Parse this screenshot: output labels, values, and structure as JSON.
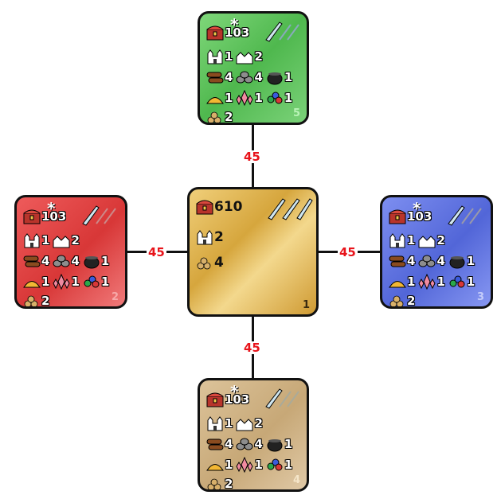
{
  "tiles": {
    "center": {
      "id": "1",
      "gold": "610",
      "castles": "2",
      "grain": "4"
    },
    "north": {
      "id": "5",
      "star": "*",
      "gold": "103",
      "castle": "1",
      "village": "2",
      "wood": "4",
      "stone": "4",
      "pot": "1",
      "sulfur": "1",
      "crystal": "1",
      "gems": "1",
      "grain": "2"
    },
    "west": {
      "id": "2",
      "star": "*",
      "gold": "103",
      "castle": "1",
      "village": "2",
      "wood": "4",
      "stone": "4",
      "pot": "1",
      "sulfur": "1",
      "crystal": "1",
      "gems": "1",
      "grain": "2"
    },
    "east": {
      "id": "3",
      "star": "*",
      "gold": "103",
      "castle": "1",
      "village": "2",
      "wood": "4",
      "stone": "4",
      "pot": "1",
      "sulfur": "1",
      "crystal": "1",
      "gems": "1",
      "grain": "2"
    },
    "south": {
      "id": "4",
      "star": "*",
      "gold": "103",
      "castle": "1",
      "village": "2",
      "wood": "4",
      "stone": "4",
      "pot": "1",
      "sulfur": "1",
      "crystal": "1",
      "gems": "1",
      "grain": "2"
    }
  },
  "distances": {
    "north": "45",
    "west": "45",
    "east": "45",
    "south": "45"
  },
  "colors": {
    "green": "#4fb84e",
    "red": "#d83737",
    "blue": "#5266d8",
    "tan": "#c7a877",
    "gold": "#d6a63d",
    "distance": "#e8141b"
  }
}
